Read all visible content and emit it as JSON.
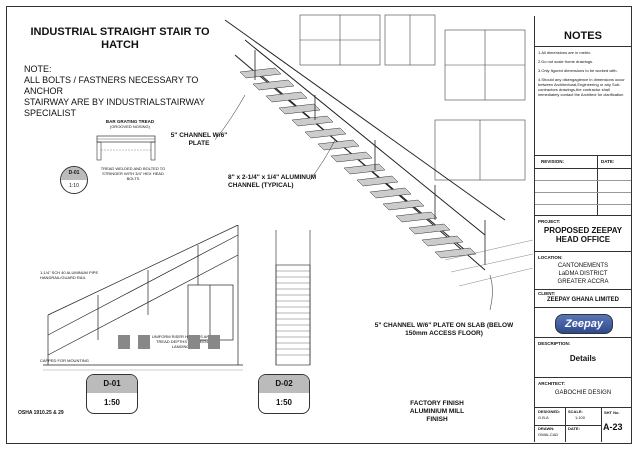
{
  "title": "INDUSTRIAL STRAIGHT STAIR TO HATCH",
  "note": {
    "label": "NOTE:",
    "lines": [
      "ALL BOLTS / FASTNERS NECESSARY TO ANCHOR",
      "STAIRWAY ARE BY INDUSTRIALSTAIRWAY SPECIALIST"
    ]
  },
  "bar_grating": {
    "title": "BAR GRATING TREAD",
    "sub": "(GROOVED NOSING)",
    "caption": "TREAD WELDED AND BOLTED TO STRINGER WITH 3/4\" HEX HEAD BOLTS"
  },
  "detail_tag": {
    "id": "D-01",
    "scale": "1:10"
  },
  "callouts": {
    "channel": "5\" CHANNEL W/6\" PLATE",
    "aluminum": "8\" x 2-1/4\" x 1/4\" ALUMINUM CHANNEL (TYPICAL)",
    "slab": "5\" CHANNEL W/6\" PLATE ON SLAB (BELOW 150mm ACCESS FLOOR)",
    "finish": "FACTORY FINISH ALUMINIUM MILL FINISH",
    "handrail": "1-1/4\" SCH 40 ALUMINUM PIPE HANDRAIL/GUARD RAIL",
    "riser": "UNIFORM RISER HEIGHTS AND TREAD DEPTHS BETWEEN LANDINGS",
    "capped": "CAPPED FOR MOUNTING",
    "osha": "OSHA 1910.25 & 29"
  },
  "details": [
    {
      "id": "D-01",
      "scale": "1:50"
    },
    {
      "id": "D-02",
      "scale": "1:50"
    }
  ],
  "notes_panel": {
    "heading": "NOTES",
    "items": [
      "1.All dimensions are in metric.",
      "2.Do not scale frome drawings.",
      "3.Only figured dimensions to be worked with.",
      "4.Should any disengagience in dimensions occur between Architectural,Engineering or any Sub-contractors drawings,the contractor shall immediately contact the Architect for clarification"
    ]
  },
  "revision": {
    "label": "REVISION:",
    "date_label": "DATE:"
  },
  "project": {
    "label": "PROJECT:",
    "name": "PROPOSED ZEEPAY HEAD OFFICE"
  },
  "location": {
    "label": "LOCATION:",
    "lines": [
      "CANTONEMENTS",
      "LaDMA DISTRICT",
      "GREATER ACCRA"
    ]
  },
  "client": {
    "label": "CLIENT:",
    "name": "ZEEPAY GHANA LIMITED"
  },
  "logo": {
    "text": "Zeepay",
    "color": "#3b5ba8"
  },
  "description": {
    "label": "DESCRIPTION:",
    "value": "Details"
  },
  "architect": {
    "label": "ARCHITECT:",
    "firm": "GABOCHIE DESIGN"
  },
  "tb": {
    "designed_label": "DESIGNED:",
    "designed": "G.B.A",
    "scale_label": "SCALE:",
    "scale": "1:100",
    "sht_label": "SHT No.",
    "sht": "A-23",
    "drawn_label": "DRAWN:",
    "drawn": "OWAI-CAD",
    "date_label": "DATE:"
  }
}
